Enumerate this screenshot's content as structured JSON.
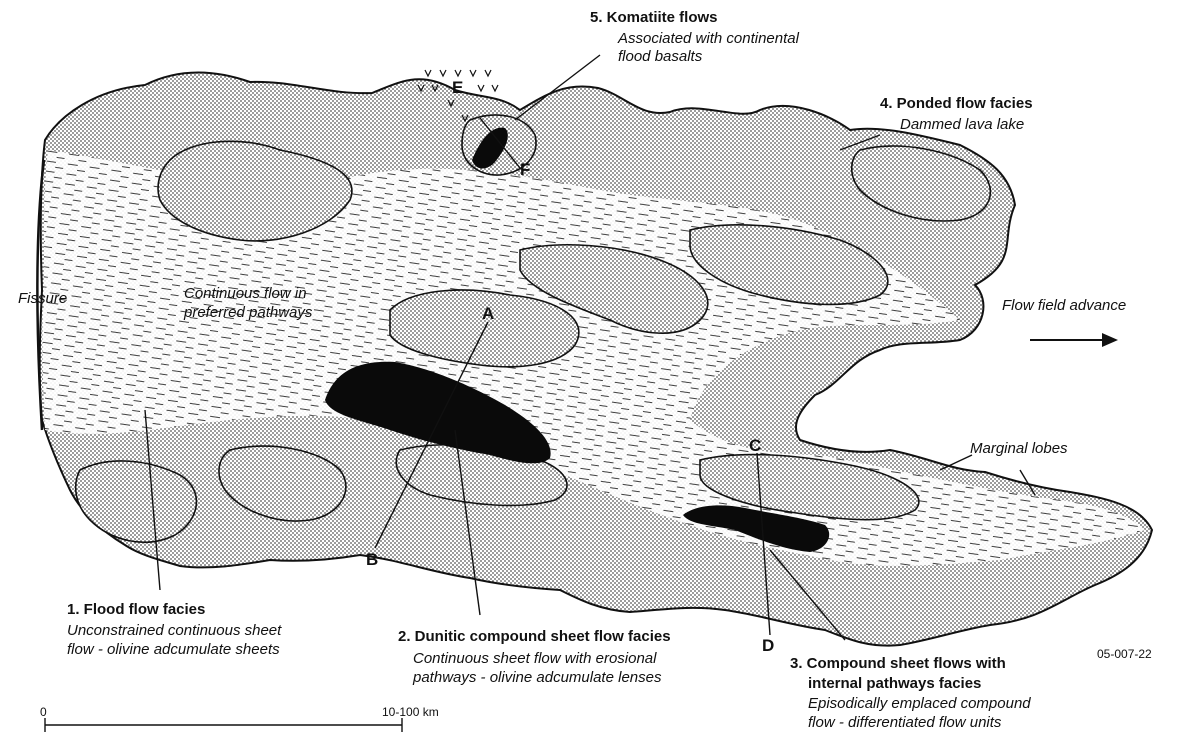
{
  "facies": {
    "komatiite": {
      "title": "5. Komatiite flows",
      "desc1": "Associated with continental",
      "desc2": "flood basalts"
    },
    "ponded": {
      "title": "4. Ponded flow facies",
      "desc1": "Dammed lava lake"
    },
    "flood": {
      "title": "1. Flood flow facies",
      "desc1": "Unconstrained continuous sheet",
      "desc2": "flow - olivine adcumulate sheets"
    },
    "dunitic": {
      "title": "2. Dunitic compound sheet flow facies",
      "desc1": "Continuous sheet flow with erosional",
      "desc2": "pathways - olivine adcumulate lenses"
    },
    "compound": {
      "title1": "3. Compound sheet flows with",
      "title2": "internal pathways facies",
      "desc1": "Episodically emplaced compound",
      "desc2": "flow - differentiated flow units"
    }
  },
  "labels": {
    "fissure": "Fissure",
    "continuous1": "Continuous flow in",
    "continuous2": "preferred pathways",
    "advance": "Flow field advance",
    "marginal": "Marginal lobes",
    "figure_id": "05-007-22"
  },
  "letters": {
    "A": "A",
    "B": "B",
    "C": "C",
    "D": "D",
    "E": "E",
    "F": "F"
  },
  "scale": {
    "start": "0",
    "end": "10-100 km"
  },
  "colors": {
    "stipple": "#bdbdbd",
    "ink": "#111111",
    "paper": "#ffffff"
  }
}
